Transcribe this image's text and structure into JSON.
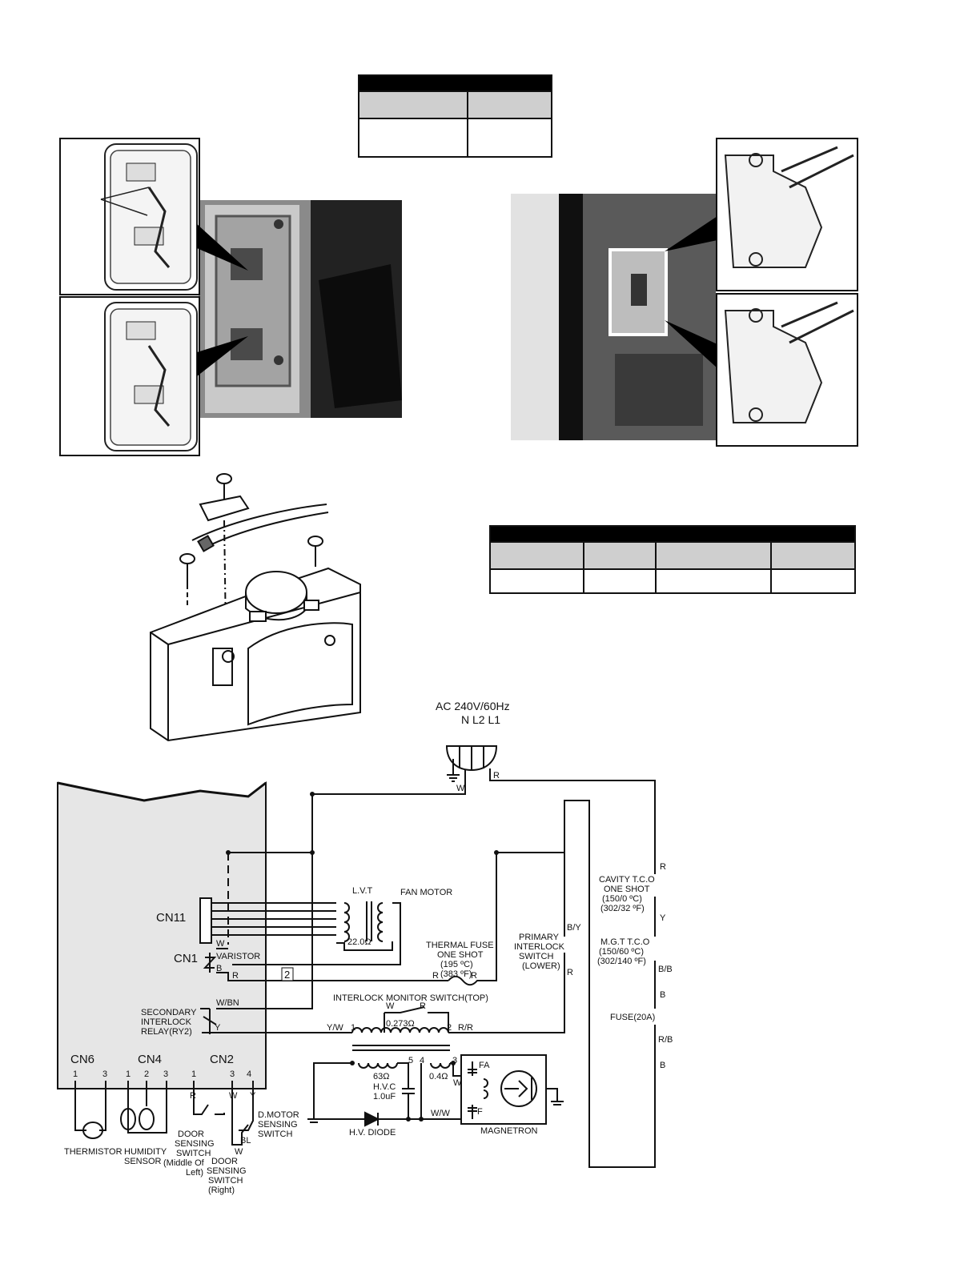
{
  "colors": {
    "ink": "#111111",
    "header": "#000000",
    "subheader": "#cfcfcf",
    "panel": "#e6e6e6"
  },
  "supply": {
    "label": "AC  240V/60Hz",
    "terminals": "N L2 L1"
  },
  "connectors": {
    "cn11": "CN11",
    "cn1": "CN1",
    "cn6": "CN6",
    "cn4": "CN4",
    "cn2": "CN2",
    "pins": [
      "1",
      "3",
      "1",
      "2",
      "3",
      "1",
      "3",
      "4"
    ]
  },
  "components": {
    "lvt": "L.V.T",
    "fan_motor": "FAN MOTOR",
    "lvt_res": "22.0Ω",
    "varistor": "VARISTOR",
    "thermal_fuse": [
      "THERMAL  FUSE",
      "ONE SHOT",
      "(195 ºC)",
      "(383 ºF)"
    ],
    "primary": [
      "PRIMARY",
      "INTERLOCK",
      "SWITCH",
      "(LOWER)"
    ],
    "cavity": [
      "CAVITY  T.C.O",
      "ONE SHOT",
      "(150/0 ºC)",
      "(302/32 ºF)"
    ],
    "mgt": [
      "M.G.T  T.C.O",
      "(150/60 ºC)",
      "(302/140 ºF)"
    ],
    "fuse": "FUSE(20A)",
    "secondary": [
      "SECONDARY",
      "INTERLOCK",
      "RELAY(RY2)"
    ],
    "monitor": "INTERLOCK  MONITOR  SWITCH(TOP)",
    "hv_primary_res": "0.273Ω",
    "hv_sec_res": "63Ω",
    "fil_res": "0.4Ω",
    "hvc": [
      "H.V.C",
      "1.0uF"
    ],
    "diode": "H.V.  DIODE",
    "magnetron": "MAGNETRON",
    "thermistor": "THERMISTOR",
    "humidity": [
      "HUMIDITY",
      "SENSOR"
    ],
    "door_left": [
      "DOOR",
      "SENSING",
      "SWITCH",
      "(Middle  Of",
      "Left)"
    ],
    "door_right": [
      "DOOR",
      "SENSING",
      "SWITCH",
      "(Right)"
    ],
    "dmotor": [
      "D.MOTOR",
      "SENSING",
      "SWITCH"
    ],
    "boxed_number": "2",
    "fa": "FA",
    "f": "F"
  },
  "wire_labels": [
    "W",
    "R",
    "W",
    "B",
    "R",
    "W/BN",
    "Y",
    "R",
    "R",
    "B/Y",
    "R",
    "R",
    "Y",
    "B/B",
    "B",
    "R/B",
    "B",
    "W",
    "R",
    "Y/W",
    "1",
    "2",
    "R/R",
    "5",
    "4",
    "3",
    "W",
    "W/W",
    "R",
    "W",
    "Y",
    "BL",
    "W"
  ]
}
